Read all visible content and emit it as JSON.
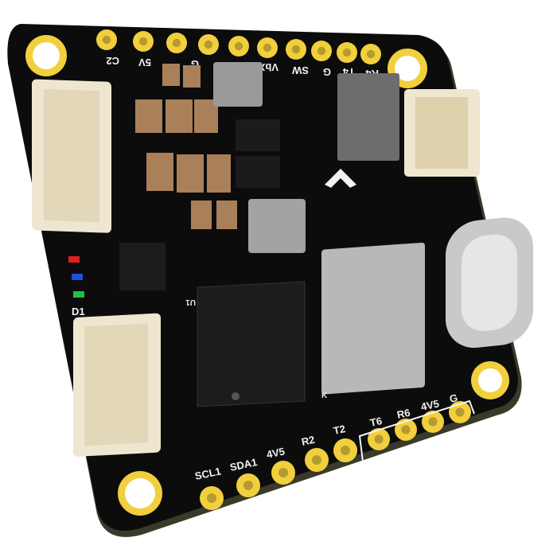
{
  "colors": {
    "board": "#0c0c0c",
    "board_edge": "#2a2a22",
    "pad_gold": "#f2cf3c",
    "silkscreen": "#f2f2f2",
    "connector": "#efe6cf",
    "capacitor": "#a9805a",
    "chip": "#1c1c1c",
    "metal": "#9a9a9a"
  },
  "top_pads": {
    "labels": [
      "C2",
      "5V",
      "G",
      "",
      "VbX",
      "SW",
      "G",
      "T4",
      "R4"
    ]
  },
  "bottom_left_pads": {
    "labels": [
      "SCL1",
      "SDA1",
      "4V5",
      "R2",
      "T2"
    ]
  },
  "bottom_right_pads": {
    "labels": [
      "T6",
      "R6",
      "4V5",
      "G"
    ]
  },
  "markings": {
    "led_label": "D1",
    "chip_label": "U1",
    "orientation": "K"
  },
  "icons": [
    "arrow-chevron-logo",
    "usb-c-port",
    "mounting-hole"
  ]
}
